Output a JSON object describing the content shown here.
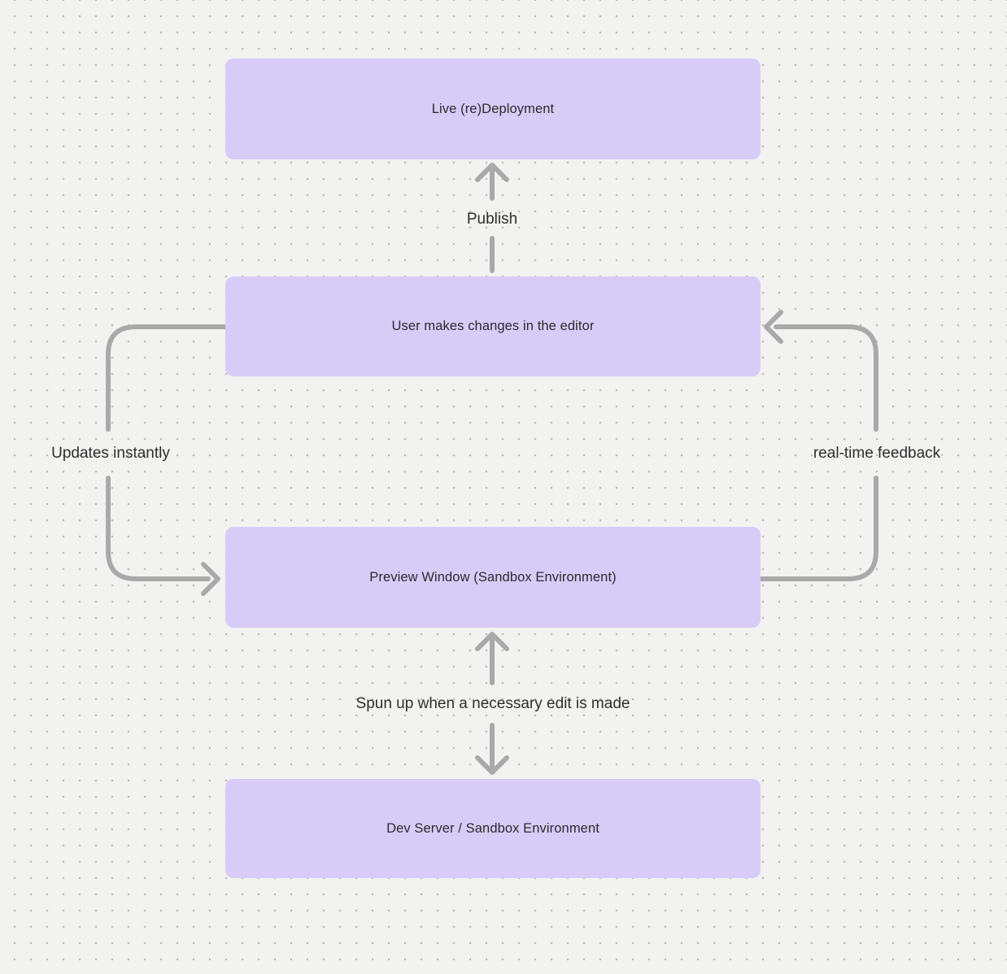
{
  "nodes": [
    {
      "id": "live-deployment",
      "label": "Live (re)Deployment"
    },
    {
      "id": "editor",
      "label": "User makes changes in the editor"
    },
    {
      "id": "preview-window",
      "label": "Preview Window (Sandbox Environment)"
    },
    {
      "id": "dev-server",
      "label": "Dev Server / Sandbox Environment"
    }
  ],
  "edges": [
    {
      "id": "publish",
      "from": "editor",
      "to": "live-deployment",
      "label": "Publish",
      "direction": "up"
    },
    {
      "id": "updates-instantly",
      "from": "editor",
      "to": "preview-window",
      "label": "Updates instantly",
      "direction": "left-loop"
    },
    {
      "id": "real-time-feedback",
      "from": "preview-window",
      "to": "editor",
      "label": "real-time feedback",
      "direction": "right-loop"
    },
    {
      "id": "spun-up",
      "from": "preview-window",
      "to": "dev-server",
      "label": "Spun up when a necessary edit is made",
      "direction": "bidirectional"
    }
  ],
  "colors": {
    "background": "#f2f2f1",
    "grid_dot": "#bcbcbc",
    "node_fill": "#d7ccf8",
    "arrow": "#a9a9a9",
    "node_text": "#2b2b2b",
    "label_text": "#2e2e2e"
  }
}
